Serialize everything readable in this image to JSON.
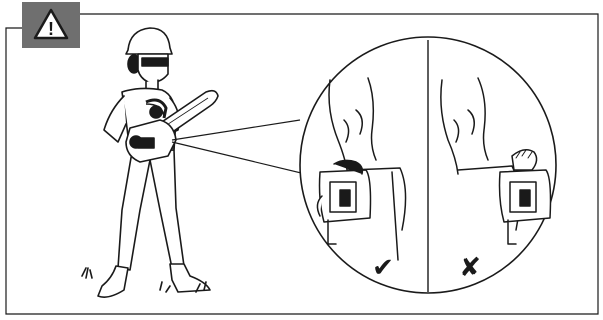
{
  "warning": {
    "icon": "warning-triangle-icon",
    "box_color": "#6f6f6f",
    "glyph": "!"
  },
  "panels": [
    {
      "name": "correct-grip",
      "verdict": "correct",
      "symbol": "✔"
    },
    {
      "name": "incorrect-grip",
      "verdict": "incorrect",
      "symbol": "✘"
    }
  ],
  "colors": {
    "line": "#1a1a1a",
    "fill": "#ffffff"
  }
}
